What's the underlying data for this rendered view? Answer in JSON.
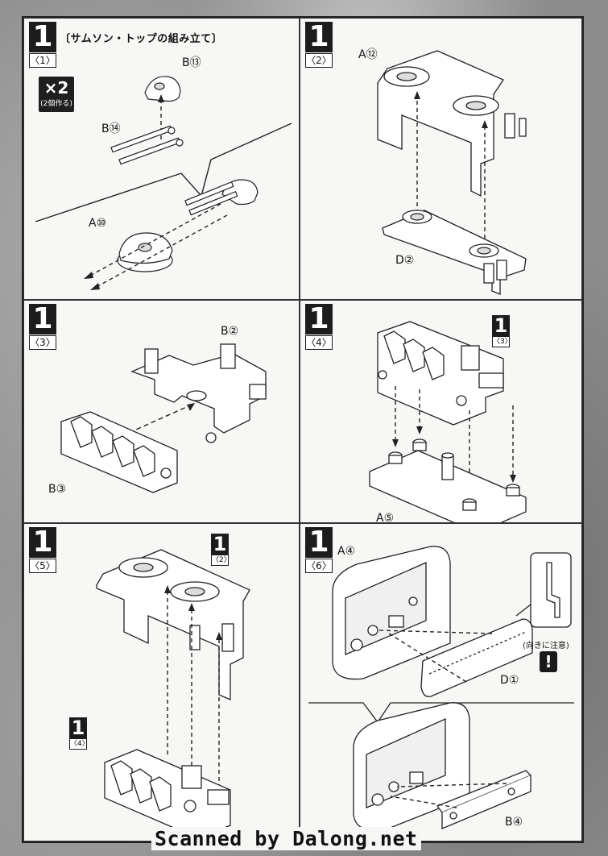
{
  "panels": [
    {
      "step": "1",
      "sub": "〈1〉",
      "title": "〔サムソン・トップの組み立て〕",
      "badge": {
        "multiplier": "×2",
        "caption": "(2個作る)"
      },
      "labels": [
        "B⑬",
        "B⑭",
        "A⑩"
      ]
    },
    {
      "step": "1",
      "sub": "〈2〉",
      "labels": [
        "A⑫",
        "D②"
      ]
    },
    {
      "step": "1",
      "sub": "〈3〉",
      "labels": [
        "B②",
        "B③"
      ]
    },
    {
      "step": "1",
      "sub": "〈4〉",
      "ref": {
        "step": "1",
        "sub": "〈3〉"
      },
      "labels": [
        "A⑤"
      ]
    },
    {
      "step": "1",
      "sub": "〈5〉",
      "ref_top": {
        "step": "1",
        "sub": "〈2〉"
      },
      "ref_bottom": {
        "step": "1",
        "sub": "〈4〉"
      }
    },
    {
      "step": "1",
      "sub": "〈6〉",
      "labels": [
        "A④",
        "D①",
        "B④"
      ],
      "note": "(向きに注意)",
      "warn": "!"
    }
  ],
  "footer": {
    "credit": "Scanned by Dalong.net"
  }
}
